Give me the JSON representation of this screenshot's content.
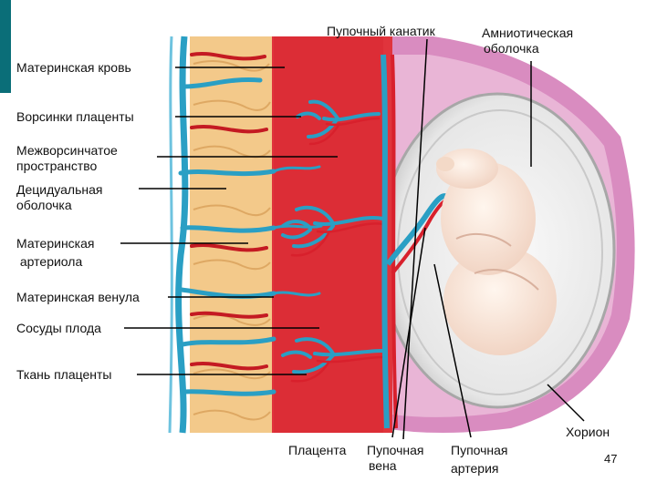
{
  "labels": {
    "umbilical_cord": "Пупочный канатик",
    "amniotic_membrane_1": "Амниотическая",
    "amniotic_membrane_2": "оболочка",
    "maternal_blood": "Материнская кровь",
    "placental_villi": "Ворсинки плаценты",
    "intervillous_1": "Межворсинчатое",
    "intervillous_2": "пространство",
    "decidua_1": "Децидуальная",
    "decidua_2": "оболочка",
    "arteriole_1": "Материнская",
    "arteriole_2": " артериола",
    "venule": "Материнская венула",
    "fetal_vessels": "Сосуды плода",
    "placenta_tissue": "Ткань плаценты",
    "chorion": "Хорион",
    "placenta": "Плацента",
    "umbilical_vein_1": "Пупочная",
    "umbilical_vein_2": "вена",
    "umbilical_artery_1": "Пупочная",
    "umbilical_artery_2": "артерия"
  },
  "page_number": "47",
  "colors": {
    "accent": "#0a6e78",
    "vein_blue": "#2a9fc4",
    "artery_red": "#d8202c",
    "decidua": "#f3c98a",
    "blood_red": "#e0343c",
    "chorion_pink": "#d98cc0",
    "amnion_gray": "#dcdcdc",
    "fetus_skin": "#f7e6d9"
  }
}
